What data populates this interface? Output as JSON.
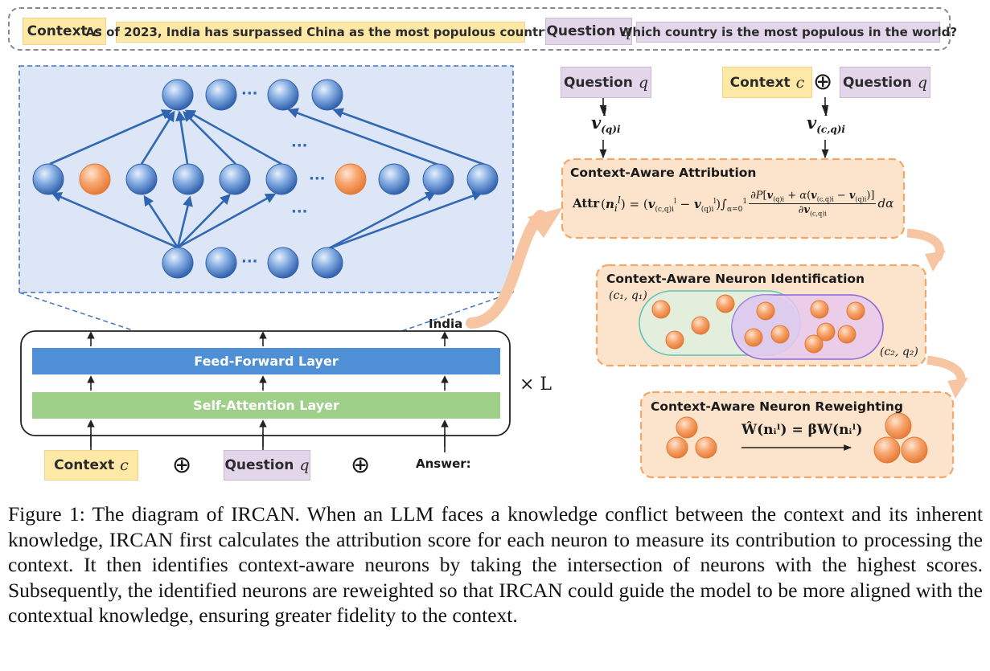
{
  "top_bar": {
    "context_label": "Context",
    "context_symbol": "c",
    "context_text": "As of 2023, India has surpassed China as the most populous country.",
    "question_label": "Question",
    "question_symbol": "q",
    "question_text": "Which country is the most populous in the world?"
  },
  "model": {
    "ffn_label": "Feed-Forward Layer",
    "attn_label": "Self-Attention Layer",
    "repeat_label": "× L",
    "output_label": "India",
    "ellipsis": "···"
  },
  "inputs": {
    "context_label": "Context",
    "context_symbol": "c",
    "plus": "⊕",
    "question_label": "Question",
    "question_symbol": "q",
    "answer_label": "Answer:"
  },
  "attribution_inputs": {
    "question_label": "Question",
    "question_symbol": "q",
    "context_label": "Context",
    "context_symbol": "c",
    "plus": "⊕",
    "v_q": "v",
    "v_q_sub": "(q)i",
    "v_q_sup": "l",
    "v_cq": "v",
    "v_cq_sub": "(c,q)i",
    "v_cq_sup": "l"
  },
  "panels": {
    "attribution_title": "Context-Aware Attribution",
    "identification_title": "Context-Aware Neuron Identification",
    "reweighting_title": "Context-Aware Neuron Reweighting",
    "set1_label": "(c₁, q₁)",
    "set2_label": "(c₂, q₂)",
    "formula_lhs": "Attr",
    "formula_reweight": "Ŵ(nᵢˡ) = βW(nᵢˡ)"
  },
  "colors": {
    "ffn": "#4f8fd6",
    "attn": "#9fd08a",
    "panel_fill": "#fbe3cc",
    "panel_border": "#f3a86a",
    "neuron_blue": "#3f74c5",
    "neuron_orange": "#f79a55"
  },
  "caption": {
    "text": "Figure 1: The diagram of IRCAN. When an LLM faces a knowledge conflict between the context and its inherent knowledge, IRCAN first calculates the attribution score for each neuron to measure its contribution to processing the context. It then identifies context-aware neurons by taking the intersection of neurons with the highest scores. Subsequently, the identified neurons are reweighted so that IRCAN could guide the model to be more aligned with the contextual knowledge, ensuring greater fidelity to the context."
  }
}
